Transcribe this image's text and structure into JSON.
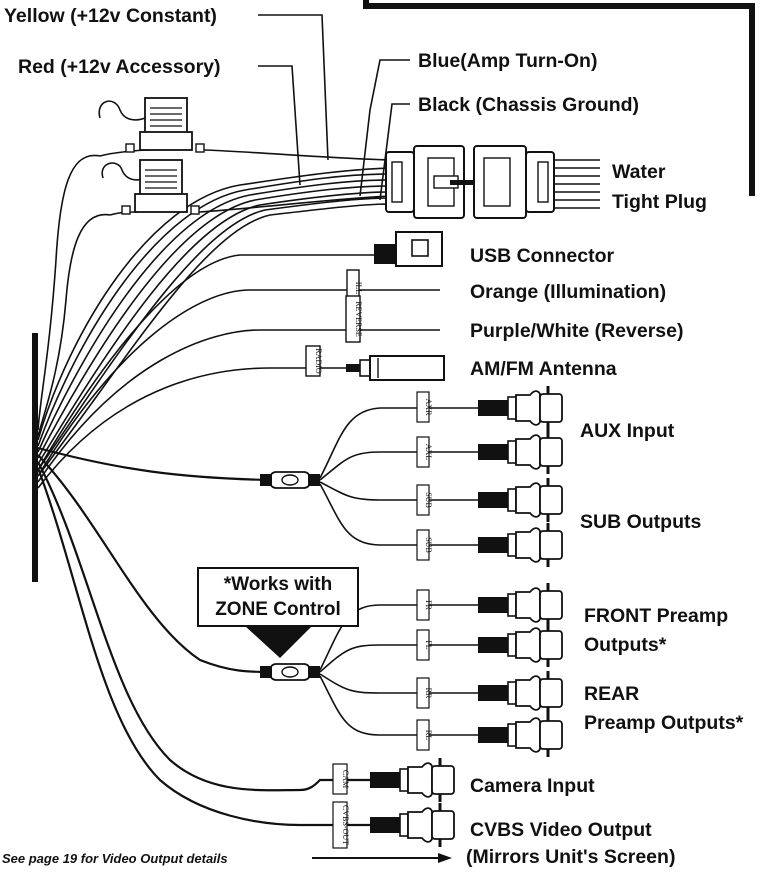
{
  "labels": {
    "yellow": "Yellow (+12v Constant)",
    "red": "Red (+12v Accessory)",
    "blue": "Blue(Amp Turn-On)",
    "black": "Black (Chassis Ground)",
    "water1": "Water",
    "water2": "Tight Plug",
    "usb": "USB Connector",
    "orange": "Orange (Illumination)",
    "purple": "Purple/White (Reverse)",
    "antenna": "AM/FM Antenna",
    "aux": "AUX Input",
    "sub": "SUB Outputs",
    "front1": "FRONT Preamp",
    "front2": "Outputs*",
    "rear1": "REAR",
    "rear2": "Preamp Outputs*",
    "camera": "Camera Input",
    "cvbs1": "CVBS Video Output",
    "cvbs2": "(Mirrors Unit's Screen)",
    "zone1": "*Works with",
    "zone2": "ZONE Control",
    "footnote": "See page 19 for Video Output details"
  },
  "tags": {
    "ill": "ILL",
    "reverse": "REVERSE",
    "radio": "RADIO",
    "aux_r": "AXR",
    "aux_l": "AXL",
    "sub1": "SUB",
    "sub2": "SUB",
    "fr": "FR",
    "fl": "FL",
    "rr": "RR",
    "rl": "RL",
    "cam": "CAM",
    "cvbs": "CVBS-OUT"
  }
}
